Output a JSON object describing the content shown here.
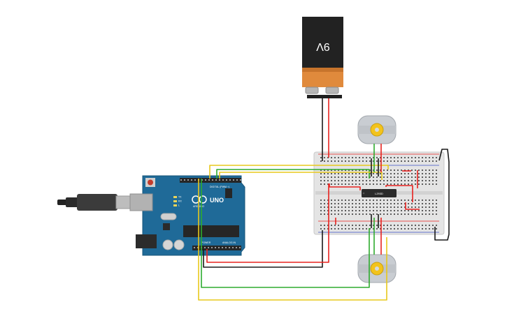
{
  "battery": {
    "label": "9V"
  },
  "arduino": {
    "model": "UNO",
    "brand": "ARDUINO",
    "digital_label": "DIGITAL (PWM ~)",
    "power_label": "POWER",
    "analog_label": "ANALOG IN",
    "tx_label": "TX",
    "rx_label": "RX",
    "l_label": "L"
  },
  "driver_chip": {
    "label": "L293D"
  },
  "colors": {
    "wire_red": "#e8221e",
    "wire_black": "#1a1a1a",
    "wire_green": "#2eab2e",
    "wire_yellow": "#e7c81c",
    "board_blue": "#1f6a98",
    "motor_body": "#c9cdd2",
    "motor_shaft": "#f3c31c"
  },
  "icons": [
    "usb-cable-icon",
    "battery-icon",
    "motor-icon",
    "arduino-logo-icon"
  ]
}
